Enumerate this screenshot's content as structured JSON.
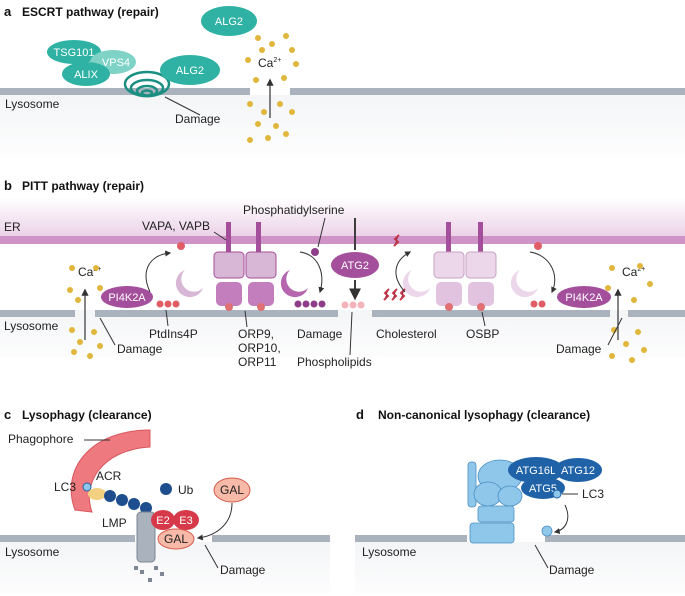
{
  "colors": {
    "bg_panel": "#f1f2f4",
    "membrane": "#a9b2bd",
    "escrt": "#2fb2a3",
    "escrt_dark": "#1c8f83",
    "pitt_purple": "#a44f9c",
    "pitt_light": "#d8b6d6",
    "er": "#cf93c7",
    "calcium": "#e1b63c",
    "phagophore": "#ee7a7f",
    "blue_dark": "#1f4e8f",
    "atg_blue": "#1f62a8",
    "atg_light": "#8fc7ea",
    "gal": "#f7b9a8"
  },
  "panel_a": {
    "letter": "a",
    "title": "ESCRT pathway (repair)",
    "lysosome": "Lysosome",
    "tsg101": "TSG101",
    "alix": "ALIX",
    "vps4": "VPS4",
    "alg2_top": "ALG2",
    "alg2_bound": "ALG2",
    "ca_label": "Ca",
    "ca_sup": "2+",
    "damage": "Damage"
  },
  "panel_b": {
    "letter": "b",
    "title": "PITT pathway (repair)",
    "er": "ER",
    "lysosome": "Lysosome",
    "vapa": "VAPA, VAPB",
    "phosphatidylserine": "Phosphatidylserine",
    "atg2": "ATG2",
    "pi4k2a_left": "PI4K2A",
    "pi4k2a_right": "PI4K2A",
    "ptdins4p": "PtdIns4P",
    "orp_lines": [
      "ORP9,",
      "ORP10,",
      "ORP11"
    ],
    "damage_left": "Damage",
    "damage_center": "Damage",
    "damage_right": "Damage",
    "phospholipids": "Phospholipids",
    "cholesterol": "Cholesterol",
    "osbp": "OSBP",
    "ca_label": "Ca",
    "ca_sup": "2+"
  },
  "panel_c": {
    "letter": "c",
    "title": "Lysophagy (clearance)",
    "phagophore": "Phagophore",
    "lc3": "LC3",
    "acr": "ACR",
    "ub": "Ub",
    "gal_free": "GAL",
    "e2": "E2",
    "e3": "E3",
    "gal_bound": "GAL",
    "lmp": "LMP",
    "lysosome": "Lysosome",
    "damage": "Damage"
  },
  "panel_d": {
    "letter": "d",
    "title": "Non-canonical lysophagy (clearance)",
    "atg16l": "ATG16L",
    "atg12": "ATG12",
    "atg5": "ATG5",
    "lc3": "LC3",
    "lysosome": "Lysosome",
    "damage": "Damage"
  }
}
